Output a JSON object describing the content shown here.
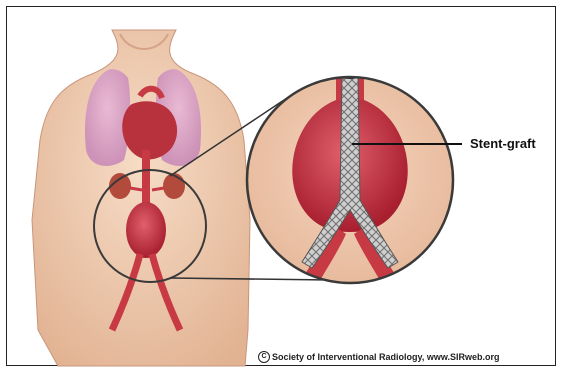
{
  "diagram": {
    "callout_label": "Stent-graft",
    "copyright_symbol": "C",
    "credit_text": "Society of Interventional Radiology, www.SIRweb.org"
  },
  "colors": {
    "skin": "#f0c9ad",
    "skin_shadow": "#d9a88a",
    "lung": "#d79bc4",
    "heart": "#b8323d",
    "artery": "#c73a44",
    "aneurysm": "#c42a3a",
    "kidney": "#b24b3c",
    "stent_mesh": "#7d7d7d",
    "outline": "#333333"
  }
}
